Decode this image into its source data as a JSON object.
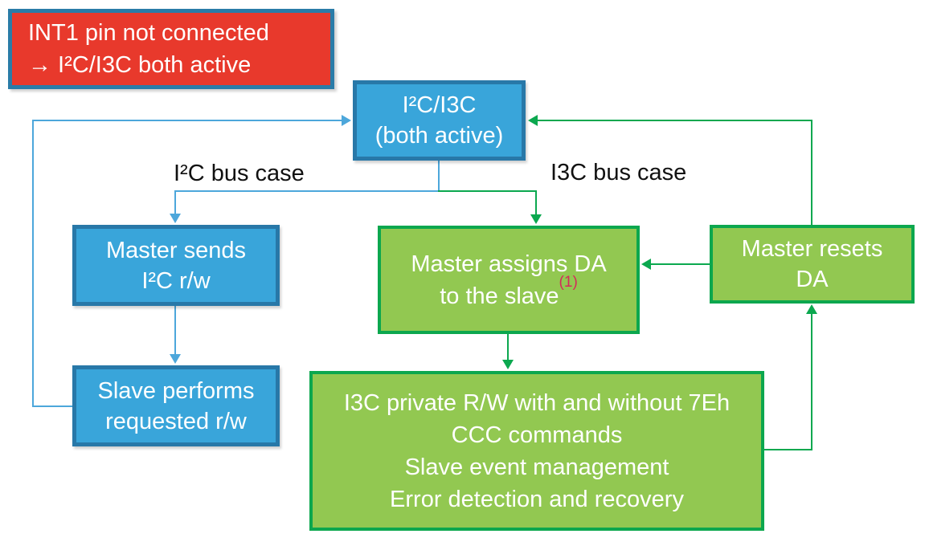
{
  "note": {
    "line1": "INT1 pin not connected",
    "line2": "→ I²C/I3C both active"
  },
  "labels": {
    "i2c_branch": "I²C bus case",
    "i3c_branch": "I3C bus case"
  },
  "nodes": {
    "both_active": {
      "line1": "I²C/I3C",
      "line2": "(both active)"
    },
    "master_sends": {
      "line1": "Master sends",
      "line2": "I²C r/w"
    },
    "slave_performs": {
      "line1": "Slave performs",
      "line2": "requested r/w"
    },
    "master_assigns": {
      "line1": "Master assigns DA",
      "line2_prefix": "to the slave",
      "superscript": "(1)"
    },
    "master_resets": {
      "line1": "Master resets",
      "line2": "DA"
    },
    "i3c_operation": {
      "lines": [
        "I3C private R/W with and without 7Eh",
        "CCC commands",
        "Slave event management",
        "Error detection and recovery"
      ]
    }
  },
  "colors": {
    "box_blue_fill": "#39A5DA",
    "box_blue_border": "#2878A8",
    "box_green_fill": "#92C851",
    "box_green_border": "#0CA74E",
    "note_red_fill": "#E8392C",
    "note_border_blue": "#2A7CA8",
    "arrow_blue": "#4DA7DB",
    "arrow_green": "#0BA84F",
    "footnote_red": "#D42A5B",
    "label_text": "#111111",
    "box_text": "#FFFFFF"
  }
}
